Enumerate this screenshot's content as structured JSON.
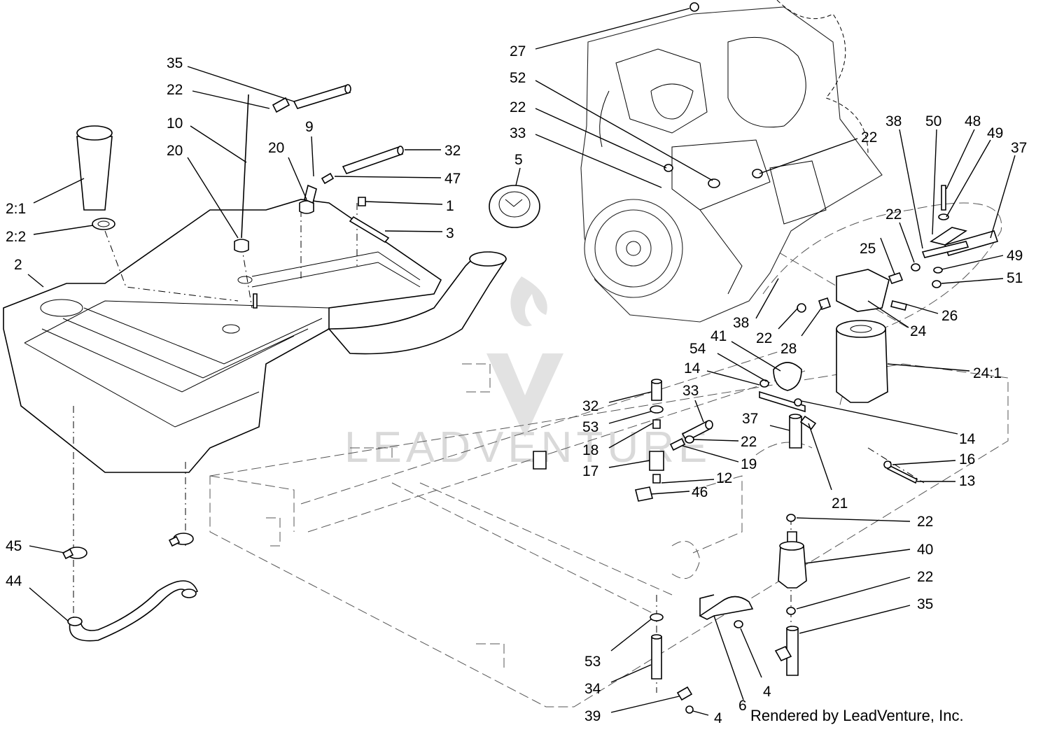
{
  "credit": "Rendered by LeadVenture, Inc.",
  "watermark": "LEADVENTURE",
  "callouts": [
    {
      "label": "27"
    },
    {
      "label": "52"
    },
    {
      "label": "22"
    },
    {
      "label": "33"
    },
    {
      "label": "22"
    },
    {
      "label": "35"
    },
    {
      "label": "22"
    },
    {
      "label": "10"
    },
    {
      "label": "9"
    },
    {
      "label": "20"
    },
    {
      "label": "20"
    },
    {
      "label": "32"
    },
    {
      "label": "47"
    },
    {
      "label": "5"
    },
    {
      "label": "1"
    },
    {
      "label": "3"
    },
    {
      "label": "2:1"
    },
    {
      "label": "2:2"
    },
    {
      "label": "2"
    },
    {
      "label": "38"
    },
    {
      "label": "50"
    },
    {
      "label": "48"
    },
    {
      "label": "49"
    },
    {
      "label": "37"
    },
    {
      "label": "22"
    },
    {
      "label": "25"
    },
    {
      "label": "49"
    },
    {
      "label": "51"
    },
    {
      "label": "26"
    },
    {
      "label": "24"
    },
    {
      "label": "38"
    },
    {
      "label": "22"
    },
    {
      "label": "28"
    },
    {
      "label": "24:1"
    },
    {
      "label": "54"
    },
    {
      "label": "41"
    },
    {
      "label": "14"
    },
    {
      "label": "33"
    },
    {
      "label": "32"
    },
    {
      "label": "53"
    },
    {
      "label": "18"
    },
    {
      "label": "17"
    },
    {
      "label": "37"
    },
    {
      "label": "22"
    },
    {
      "label": "19"
    },
    {
      "label": "14"
    },
    {
      "label": "16"
    },
    {
      "label": "12"
    },
    {
      "label": "46"
    },
    {
      "label": "13"
    },
    {
      "label": "21"
    },
    {
      "label": "22"
    },
    {
      "label": "40"
    },
    {
      "label": "22"
    },
    {
      "label": "35"
    },
    {
      "label": "45"
    },
    {
      "label": "44"
    },
    {
      "label": "53"
    },
    {
      "label": "34"
    },
    {
      "label": "39"
    },
    {
      "label": "6"
    },
    {
      "label": "4"
    },
    {
      "label": "4"
    }
  ]
}
